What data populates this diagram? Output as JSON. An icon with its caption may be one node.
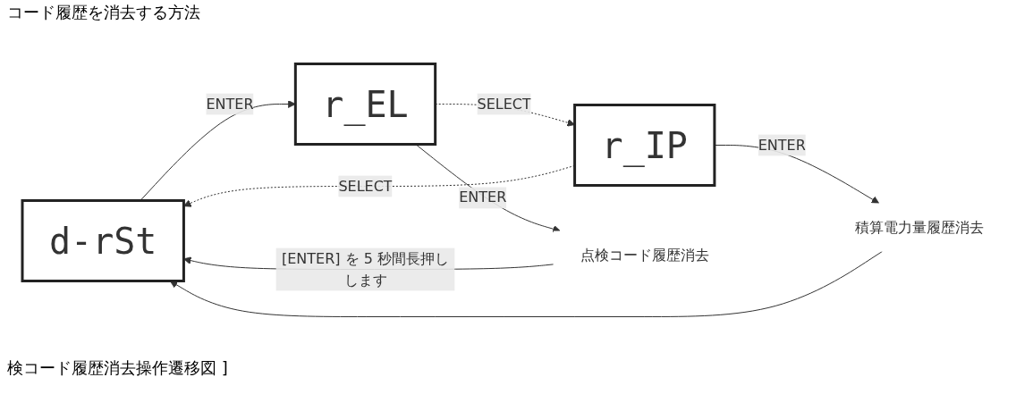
{
  "diagram": {
    "title": "コード履歴を消去する方法",
    "caption": "検コード履歴消去操作遷移図 ]",
    "nodes": [
      {
        "text": [
          "d-rSt"
        ]
      },
      {
        "text": [
          "r_EL"
        ]
      },
      {
        "text": [
          "r_IP"
        ]
      },
      {
        "text": [
          "点検コード履歴消去"
        ]
      },
      {
        "text": [
          "積算電力量履歴消去"
        ]
      }
    ],
    "edges": [
      {
        "from": 0,
        "to": 1,
        "arrow": "to",
        "label": "ENTER"
      },
      {
        "from": 1,
        "to": 3,
        "arrow": "to",
        "label": "ENTER"
      },
      {
        "from": 1,
        "to": 2,
        "arrow": "to",
        "label": "SELECT",
        "style": "dashed"
      },
      {
        "from": 2,
        "to": 4,
        "arrow": "to",
        "label": "ENTER"
      },
      {
        "from": 2,
        "to": 0,
        "arrow": "to",
        "label": "SELECT",
        "style": "dashed"
      },
      {
        "from": 3,
        "to": 0,
        "arrow": "to",
        "label": "[ENTER] を 5 秒間長押しします"
      },
      {
        "from": 4,
        "to": 0,
        "arrow": "to"
      }
    ]
  }
}
